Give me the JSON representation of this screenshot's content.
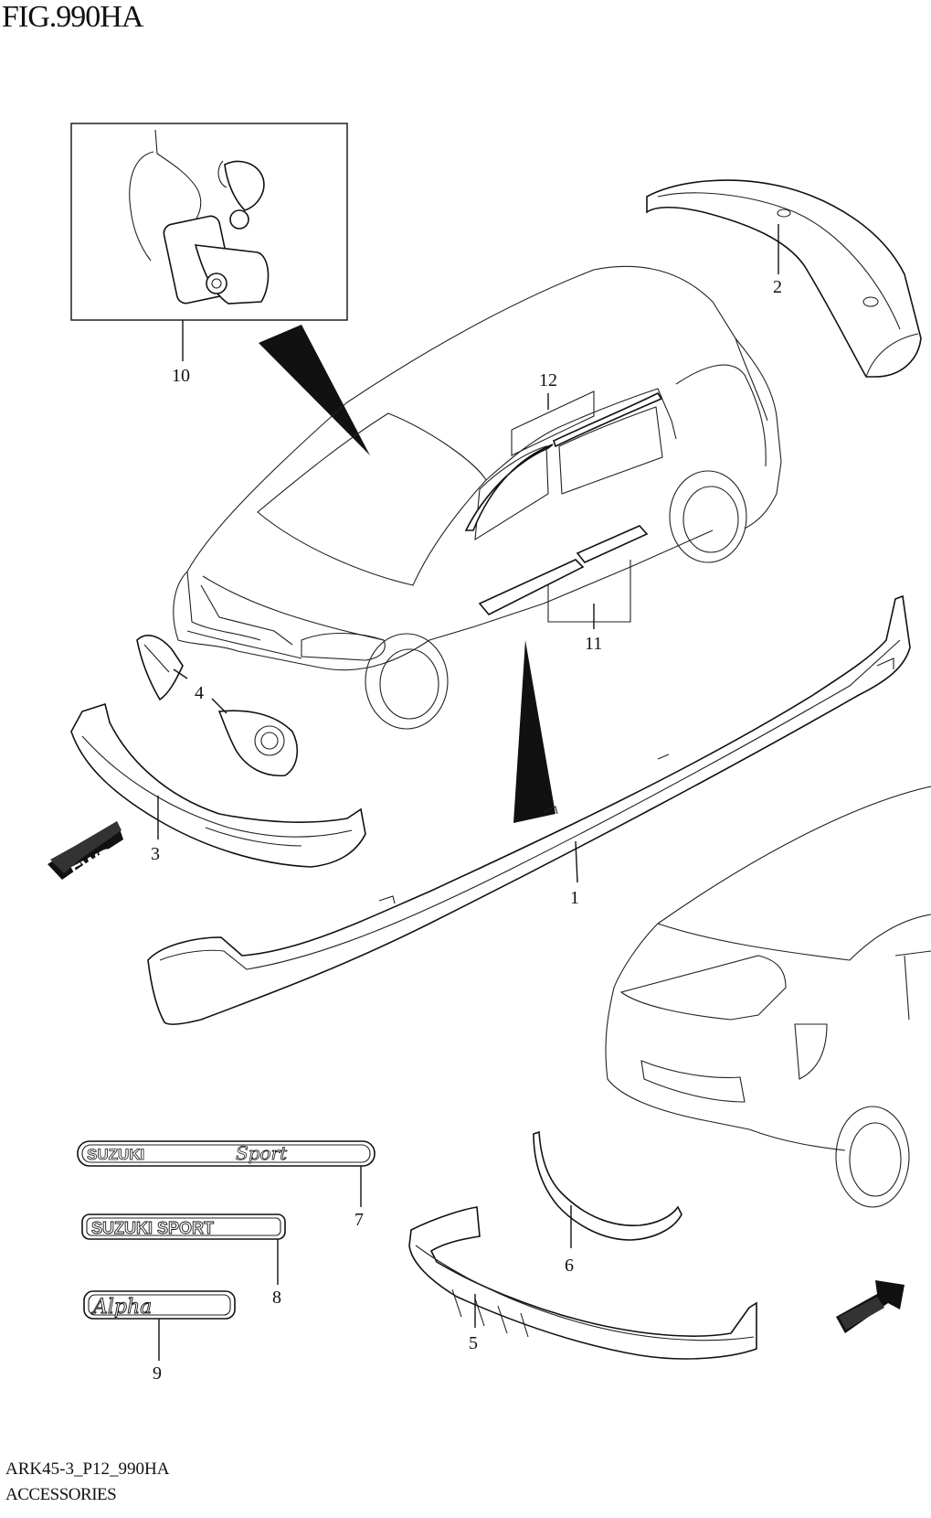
{
  "figure": {
    "title": "FIG.990HA"
  },
  "footer": {
    "code": "ARK45-3_P12_990HA",
    "section": "ACCESSORIES"
  },
  "callouts": [
    {
      "id": "1",
      "label": "1"
    },
    {
      "id": "2",
      "label": "2"
    },
    {
      "id": "3",
      "label": "3"
    },
    {
      "id": "4",
      "label": "4"
    },
    {
      "id": "5",
      "label": "5"
    },
    {
      "id": "6",
      "label": "6"
    },
    {
      "id": "7",
      "label": "7"
    },
    {
      "id": "8",
      "label": "8"
    },
    {
      "id": "9",
      "label": "9"
    },
    {
      "id": "10",
      "label": "10"
    },
    {
      "id": "11",
      "label": "11"
    },
    {
      "id": "12",
      "label": "12"
    }
  ],
  "direction_markers": [
    {
      "label": "FWD"
    },
    {
      "label": "FWD"
    }
  ],
  "emblems": {
    "suzuki_sport_script": {
      "brand": "SUZUKI",
      "word": "Sport"
    },
    "suzuki_sport_block": {
      "text": "SUZUKI SPORT"
    },
    "alpha": {
      "text": "Alpha"
    }
  }
}
